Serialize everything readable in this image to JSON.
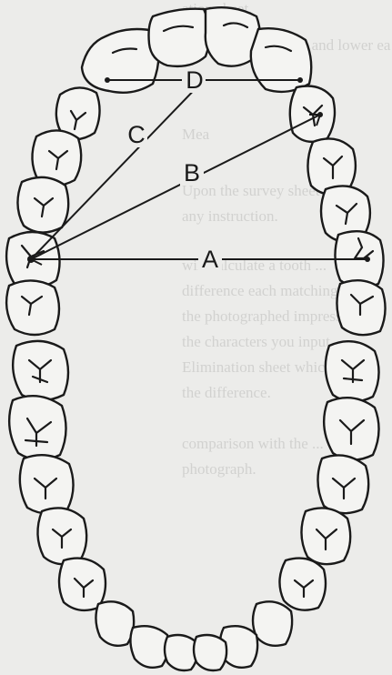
{
  "labels": {
    "A": "A",
    "B": "B",
    "C": "C",
    "D": "D"
  },
  "colors": {
    "ink": "#1a1a1a",
    "tooth_fill": "#f4f4f2",
    "paper": "#ececea"
  }
}
